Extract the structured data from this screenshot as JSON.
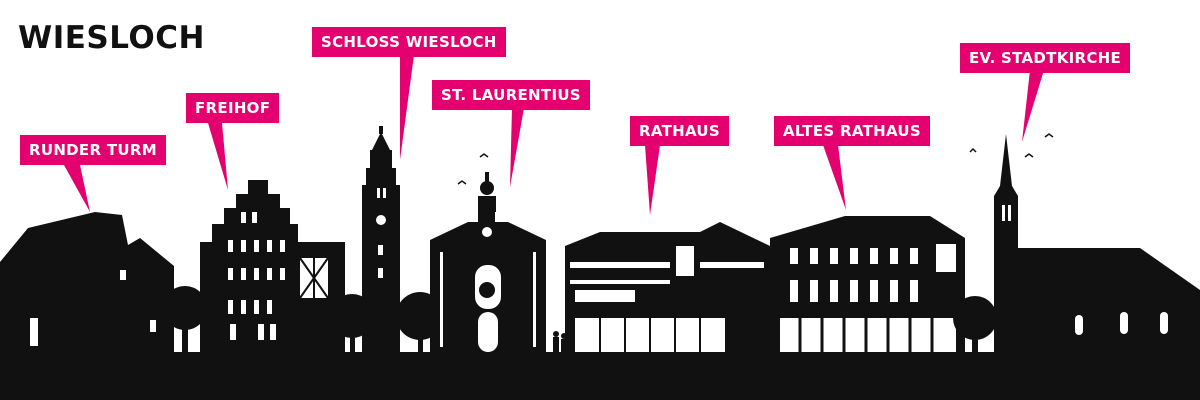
{
  "title": "WIESLOCH",
  "colors": {
    "accent": "#E5006F",
    "silhouette": "#111111",
    "background": "#ffffff"
  },
  "landmarks": [
    {
      "id": "runder-turm",
      "label": "RUNDER TURM"
    },
    {
      "id": "freihof",
      "label": "FREIHOF"
    },
    {
      "id": "schloss-wiesloch",
      "label": "SCHLOSS WIESLOCH"
    },
    {
      "id": "st-laurentius",
      "label": "ST. LAURENTIUS"
    },
    {
      "id": "rathaus",
      "label": "RATHAUS"
    },
    {
      "id": "altes-rathaus",
      "label": "ALTES RATHAUS"
    },
    {
      "id": "ev-stadtkirche",
      "label": "EV. STADTKIRCHE"
    }
  ]
}
